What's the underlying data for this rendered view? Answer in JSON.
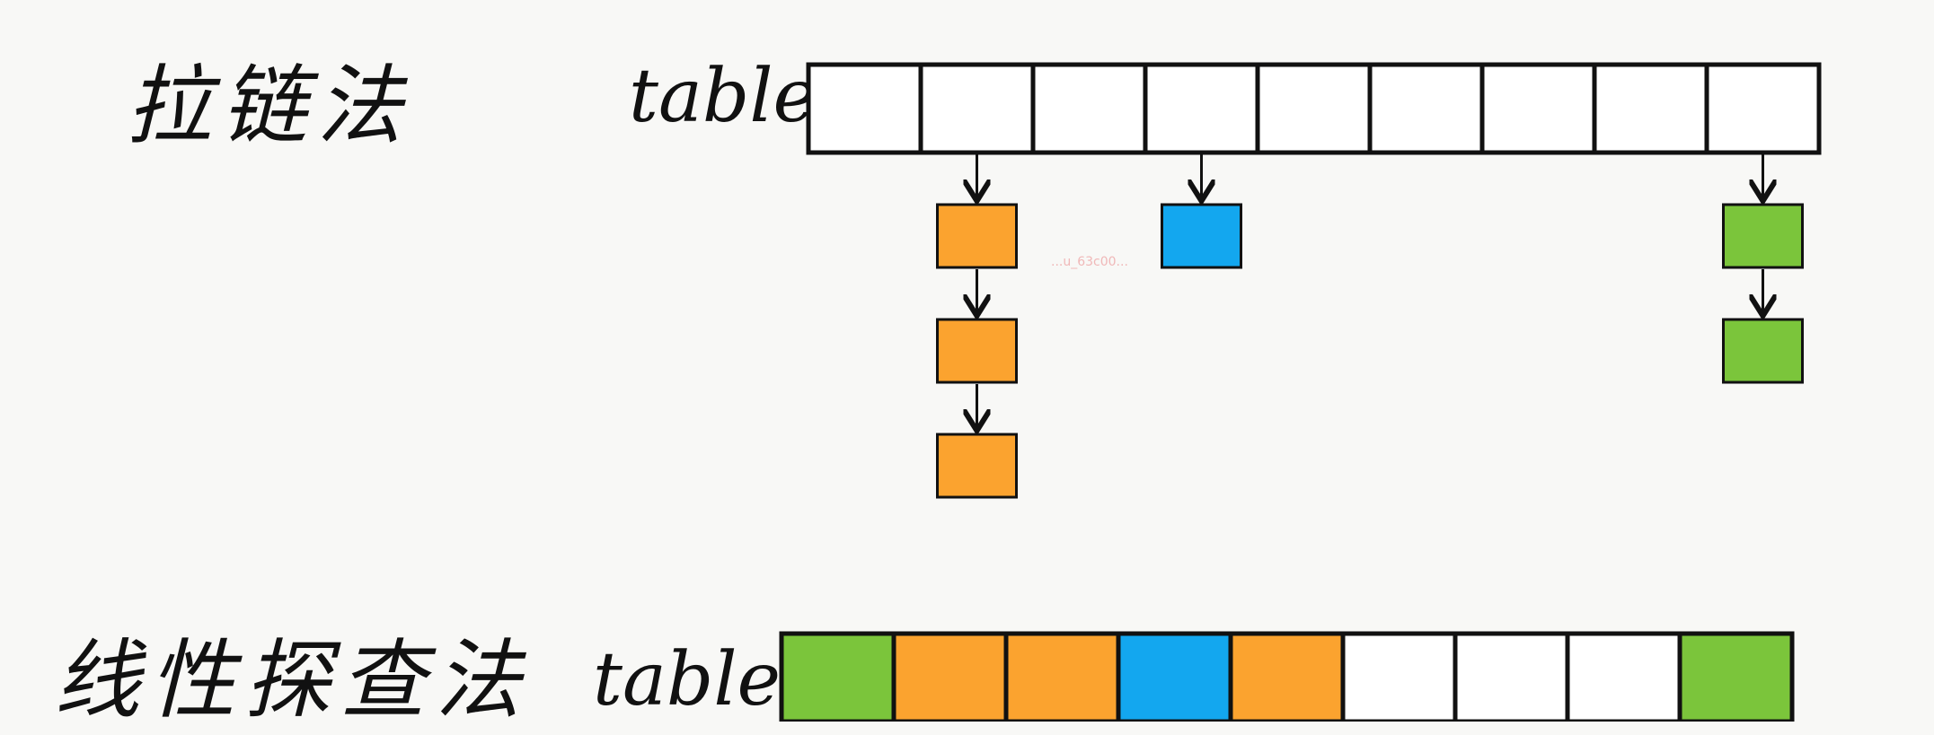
{
  "diagram": {
    "top_title": "拉链法",
    "bottom_title": "线性探查法",
    "top_table_label": "table",
    "bottom_table_label": "table",
    "watermark": "...u_63c00..."
  },
  "colors": {
    "orange": "#FBA32F",
    "blue": "#13A7EF",
    "green": "#7BC53B",
    "empty": "#FFFFFF",
    "stroke": "#111111"
  },
  "chaining_table": {
    "slot_count": 9,
    "chains": [
      {
        "slot": 1,
        "color": "orange",
        "length": 3
      },
      {
        "slot": 3,
        "color": "blue",
        "length": 1
      },
      {
        "slot": 8,
        "color": "green",
        "length": 2
      }
    ]
  },
  "linear_probing_table": {
    "slots": [
      "green",
      "orange",
      "orange",
      "blue",
      "orange",
      "empty",
      "empty",
      "empty",
      "green"
    ]
  }
}
